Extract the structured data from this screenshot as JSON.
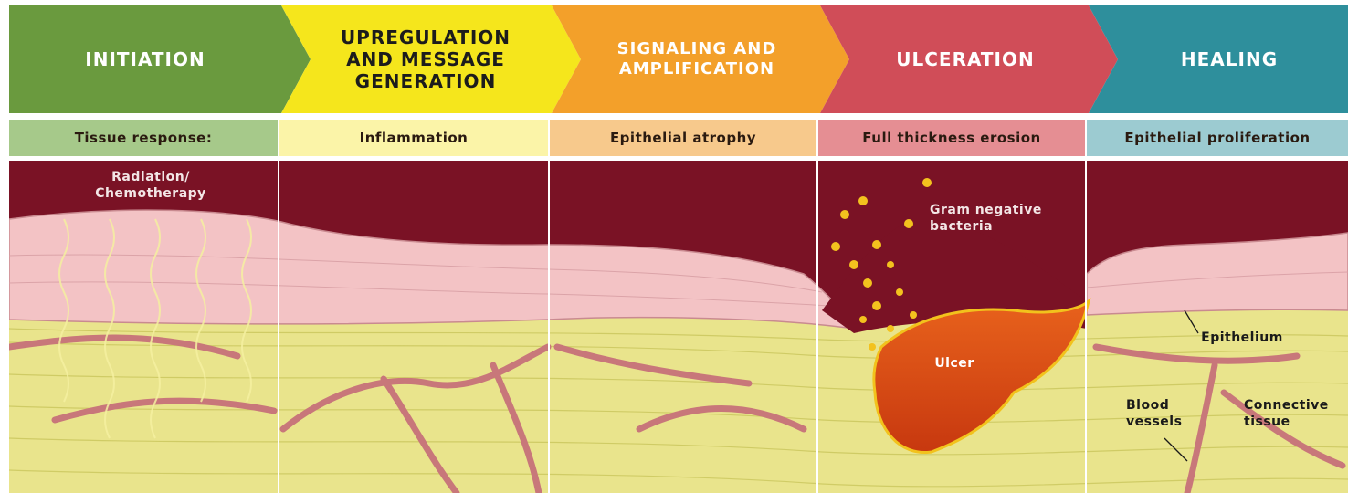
{
  "stages": [
    {
      "name": "INITIATION",
      "response": "Tissue response:",
      "color": "#6a9a3e",
      "response_bg": "#a6c98a",
      "text_color": "#ffffff"
    },
    {
      "name": "UPREGULATION\nAND MESSAGE\nGENERATION",
      "response": "Inflammation",
      "color": "#f5e61c",
      "response_bg": "#fbf4a8",
      "text_color": "#1c1c1c"
    },
    {
      "name": "SIGNALING AND\nAMPLIFICATION",
      "response": "Epithelial atrophy",
      "color": "#f3a02a",
      "response_bg": "#f7c98c",
      "text_color": "#ffffff"
    },
    {
      "name": "ULCERATION",
      "response": "Full thickness erosion",
      "color": "#d04d58",
      "response_bg": "#e58e93",
      "text_color": "#ffffff"
    },
    {
      "name": "HEALING",
      "response": "Epithelial proliferation",
      "color": "#2e8f9c",
      "response_bg": "#9ccbd1",
      "text_color": "#ffffff"
    }
  ],
  "labels": {
    "radiation": "Radiation/\nChemotherapy",
    "bacteria": "Gram negative\nbacteria",
    "ulcer": "Ulcer",
    "epithelium": "Epithelium",
    "blood_vessels": "Blood\nvessels",
    "connective_tissue": "Connective\ntissue"
  },
  "colors": {
    "dark_background": "#7a1225",
    "epithelium": "#f3c3c5",
    "connective": "#e9e48c",
    "vessel": "#c8777a",
    "ulcer": "#d9451a",
    "bacteria": "#f3c21e"
  }
}
